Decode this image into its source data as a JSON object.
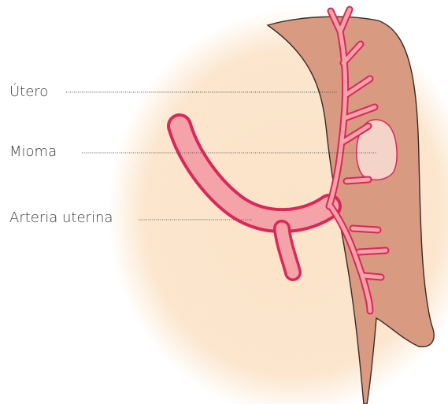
{
  "labels": {
    "utero": "Útero",
    "mioma": "Mioma",
    "arteria": "Arteria uterina"
  },
  "colors": {
    "background_glow": "#fbe3c8",
    "uterus": "#d99a82",
    "uterus_outline": "#3a2a25",
    "artery_fill": "#f4a3a8",
    "artery_edge": "#d9285a",
    "fibroid": "#f4d3c8",
    "leader_line": "#555555"
  }
}
